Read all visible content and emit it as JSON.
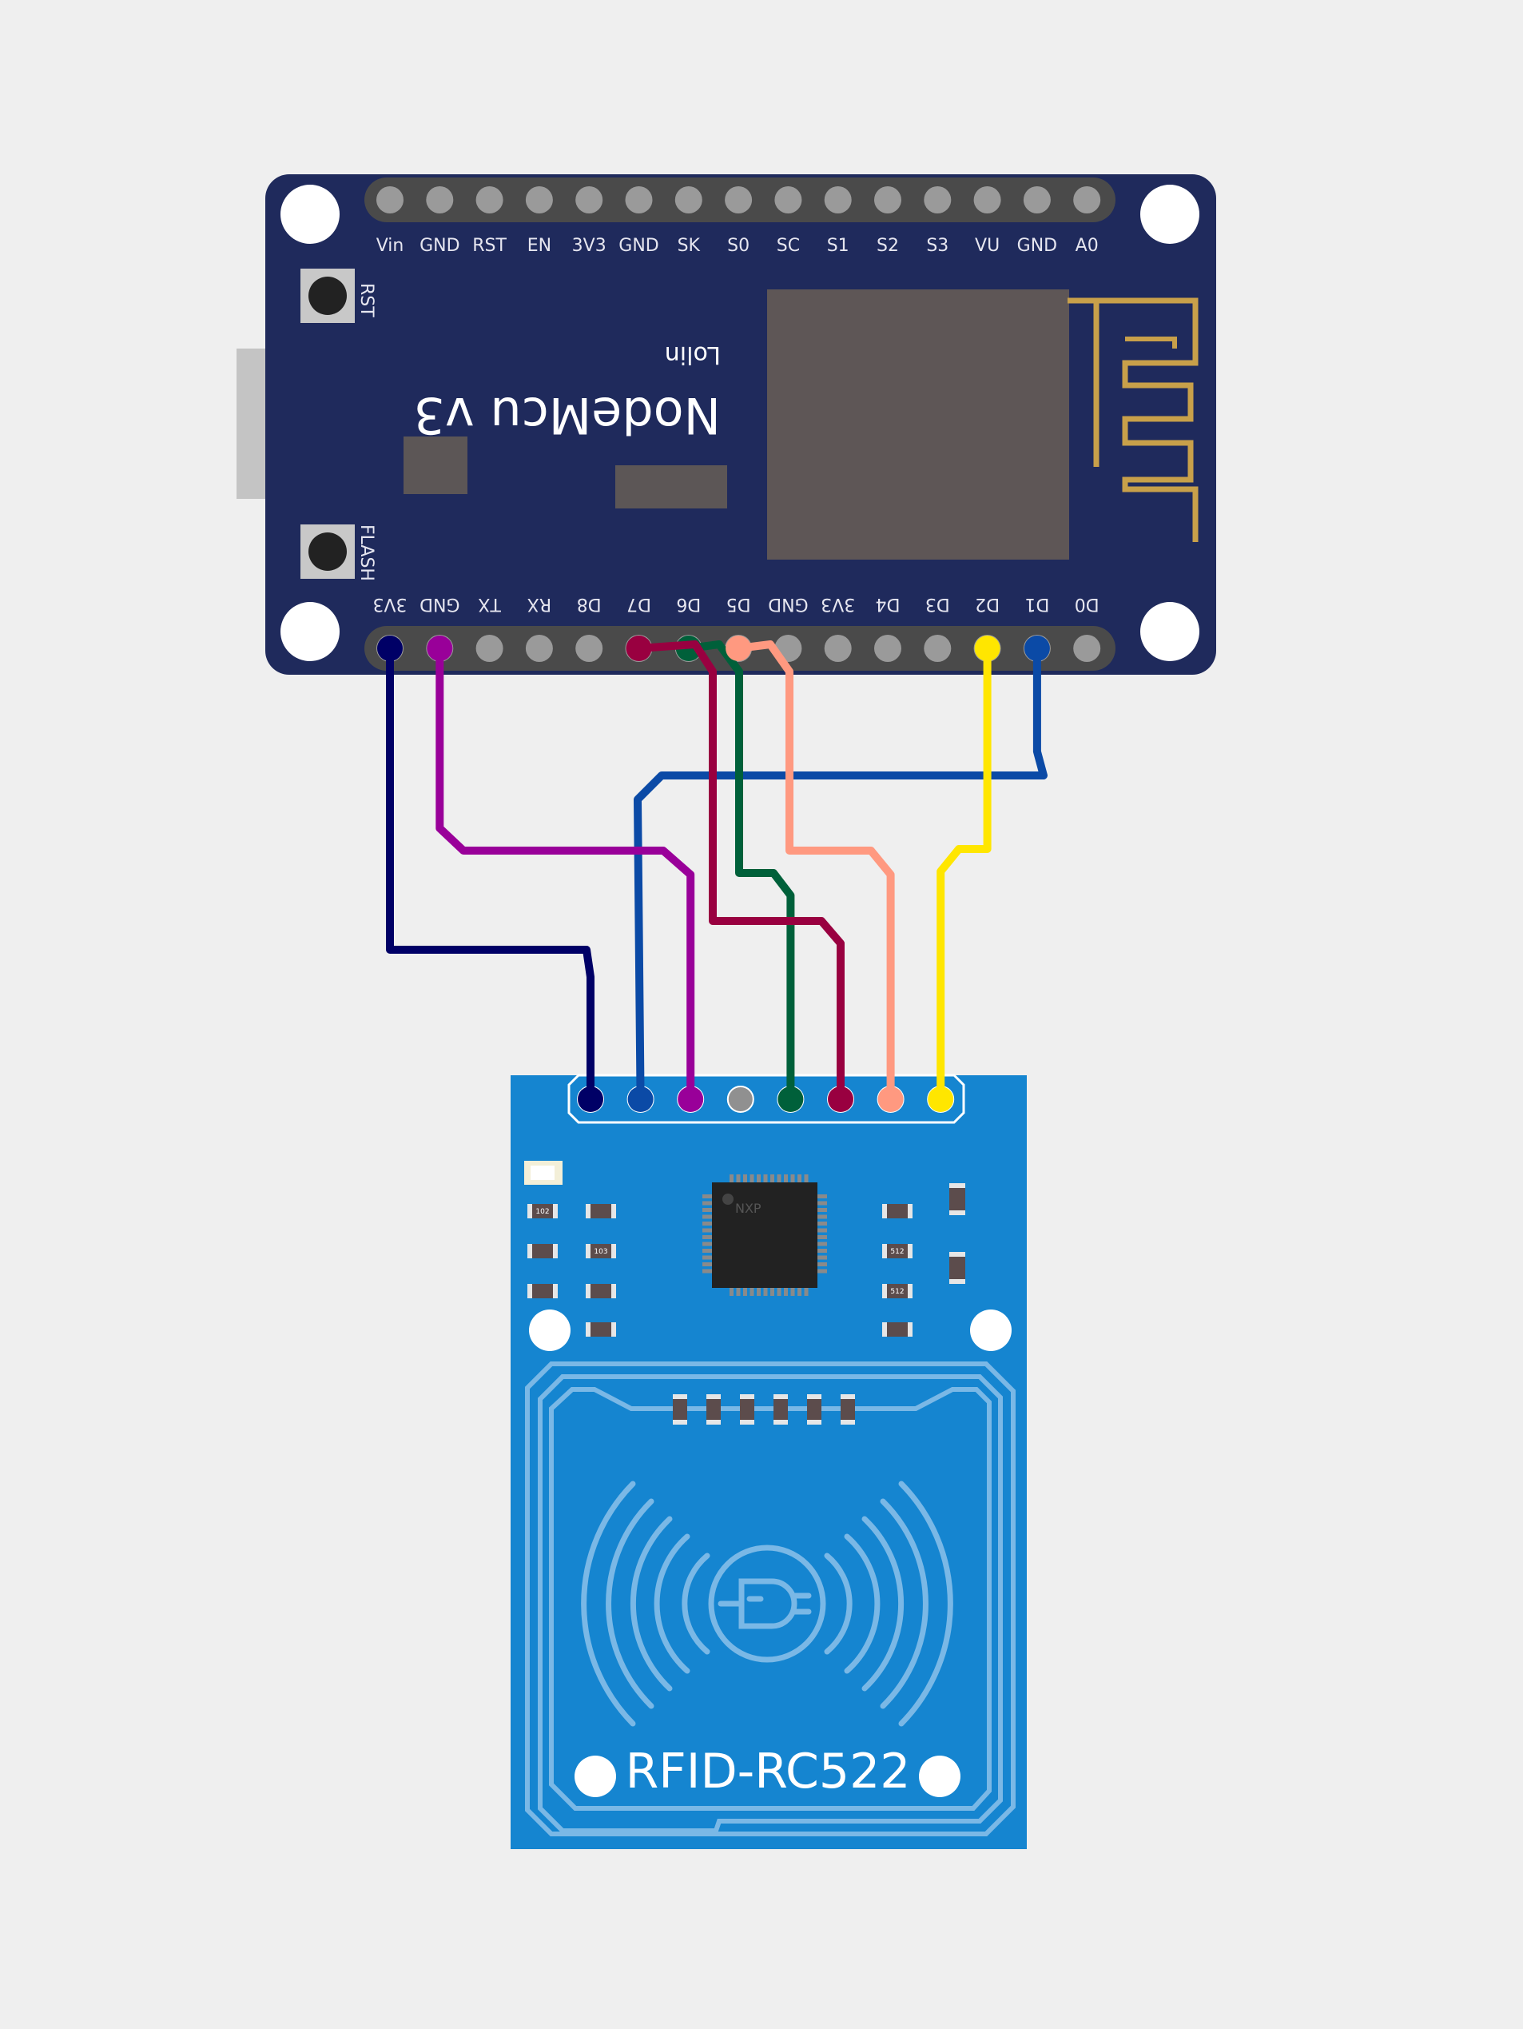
{
  "nodemcu": {
    "name": "NodeMcu v3",
    "brand": "Lolin",
    "button_rst": "RST",
    "button_flash": "FLASH",
    "top_pins": [
      "Vin",
      "GND",
      "RST",
      "EN",
      "3V3",
      "GND",
      "SK",
      "S0",
      "SC",
      "S1",
      "S2",
      "S3",
      "VU",
      "GND",
      "A0"
    ],
    "bottom_pins": [
      "3V3",
      "GND",
      "TX",
      "RX",
      "D8",
      "D7",
      "D6",
      "D5",
      "GND",
      "3V3",
      "D4",
      "D3",
      "D2",
      "D1",
      "D0"
    ],
    "board_color": "#1f2a5c",
    "antenna_color": "#c8a04a"
  },
  "rfid": {
    "name": "RFID-RC522",
    "chip_marking": "NXP",
    "board_color": "#1585d0",
    "resistor_labels": [
      "102",
      "103",
      "512",
      "512"
    ]
  },
  "wires": [
    {
      "from": "3V3",
      "to_pin": 0,
      "color": "#000066"
    },
    {
      "from": "D1",
      "to_pin": 1,
      "color": "#0b4aa6"
    },
    {
      "from": "GND",
      "to_pin": 2,
      "color": "#990099"
    },
    {
      "from": "D6",
      "to_pin": 4,
      "color": "#00603a"
    },
    {
      "from": "D7",
      "to_pin": 5,
      "color": "#990040"
    },
    {
      "from": "D5",
      "to_pin": 6,
      "color": "#ff9980"
    },
    {
      "from": "D2",
      "to_pin": 7,
      "color": "#ffe600"
    }
  ]
}
